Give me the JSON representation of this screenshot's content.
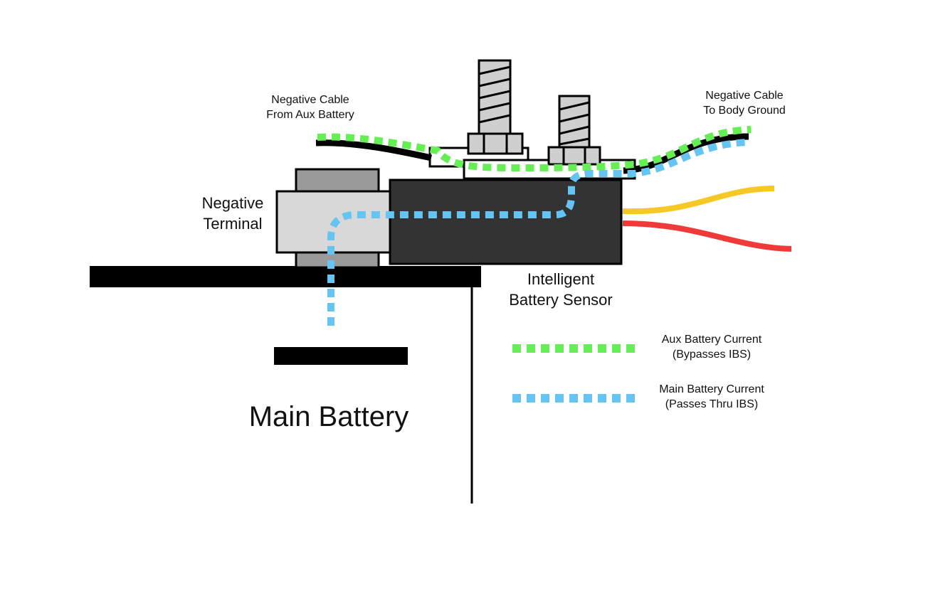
{
  "labels": {
    "cable_from_aux": [
      "Negative Cable",
      "From Aux Battery"
    ],
    "cable_to_ground": [
      "Negative Cable",
      "To Body Ground"
    ],
    "negative_terminal": [
      "Negative",
      "Terminal"
    ],
    "ibs": [
      "Intelligent",
      "Battery Sensor"
    ],
    "main_battery": "Main Battery"
  },
  "legend": [
    {
      "line1": "Aux Battery Current",
      "line2": "(Bypasses IBS)",
      "color": "#66ee55"
    },
    {
      "line1": "Main Battery Current",
      "line2": "(Passes Thru IBS)",
      "color": "#66c4f2"
    }
  ],
  "colors": {
    "cable": "#000000",
    "sensor_body": "#333333",
    "terminal_light": "#d8d8d8",
    "terminal_dark": "#9a9a9a",
    "bolt": "#cfcfcf",
    "wire_yellow": "#f5c825",
    "wire_red": "#f03a3a",
    "aux_current": "#66ee55",
    "main_current": "#66c4f2"
  }
}
